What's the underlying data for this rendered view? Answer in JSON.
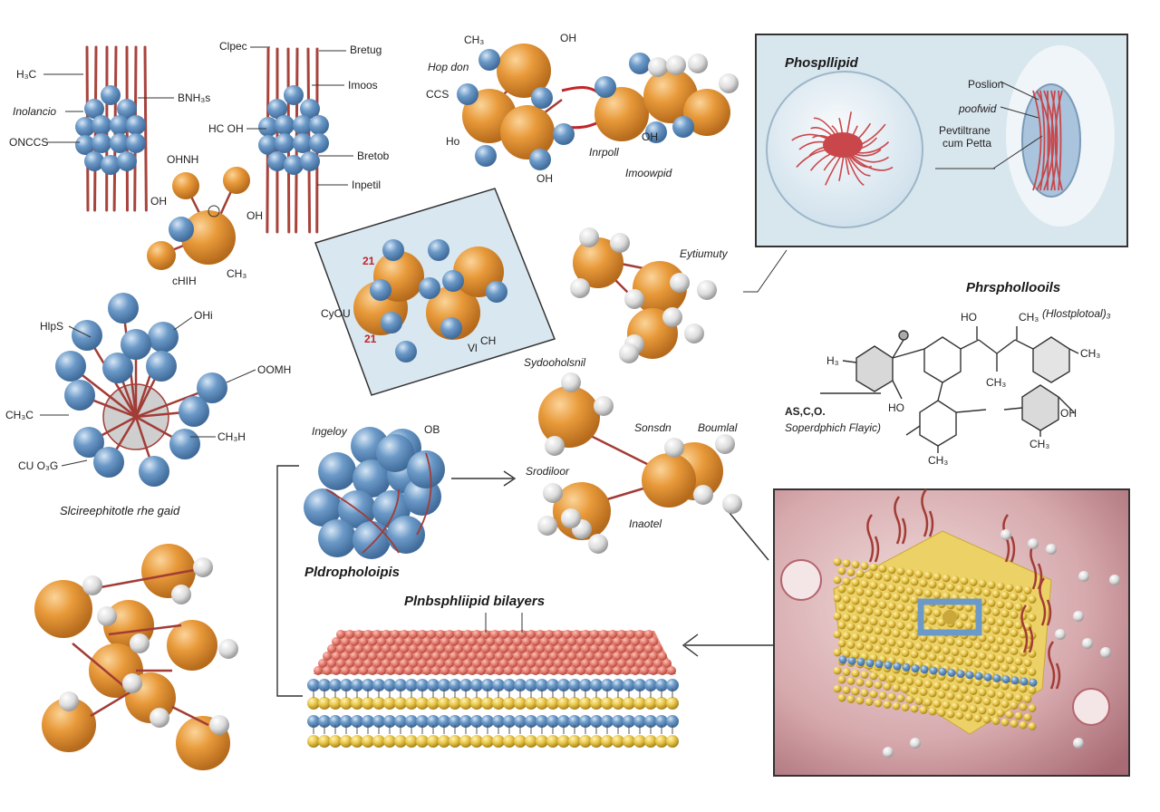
{
  "colors": {
    "orange": "#e89a3a",
    "blue": "#6c9ac8",
    "white": "#e8e8e8",
    "rod": "#a8433c",
    "panel_blue": "#dbe8f0",
    "panel_red": "#c9909a",
    "bilayer_red": "#e57a6e",
    "bilayer_blue": "#6c9ac8",
    "bilayer_yellow": "#e9c74a"
  },
  "panel_rods_left": {
    "labels": [
      "H₃C",
      "Inolancio",
      "ONCCS",
      "BNH₃s"
    ]
  },
  "panel_rods_mid": {
    "labels": [
      "Clpec",
      "Bretug",
      "Imoos",
      "HC OH",
      "Bretob",
      "Inpetil"
    ]
  },
  "molecule_small": {
    "labels": [
      "OHNH",
      "OH",
      "OH",
      "CH₃",
      "cHIH"
    ]
  },
  "molecule_top_center": {
    "labels": [
      "CH₃",
      "OH",
      "Hop don",
      "CCS",
      "Ho",
      "OH",
      "Inrpoll",
      "OH",
      "Imoowpid"
    ]
  },
  "panel_box_center": {
    "labels": [
      "21",
      "CyOU",
      "21",
      "CH",
      "Vl"
    ]
  },
  "molecule_right_mid": {
    "labels": [
      "Eytiumuty"
    ]
  },
  "phospholipid_panel": {
    "title": "Phospllipid",
    "labels": [
      "Poslion",
      "poofwid",
      "Pevtiltrane",
      "cum Petta"
    ]
  },
  "structural_formula": {
    "title": "Phrsphollooils",
    "subtitle": "(Hlostplotoal)₃",
    "labels": [
      "HO",
      "CH₃",
      "H₃",
      "CH₃",
      "HO",
      "CH₃",
      "OH",
      "CH₃",
      "CH₃"
    ],
    "side_label": "AS,C,O.",
    "side_sublabel": "Soperdphich Flayic)"
  },
  "micelle": {
    "labels": [
      "HlpS",
      "OHi",
      "OOMH",
      "CH₃C",
      "CH₃H",
      "CU O₃G"
    ],
    "caption": "Slcireephitotle rhe gaid"
  },
  "cluster": {
    "labels": [
      "Ingeloy",
      "OB"
    ],
    "caption": "Pldropholoipis"
  },
  "molecule_center": {
    "labels": [
      "Sydooholsnil",
      "Sonsdn",
      "Boumlal",
      "Srodiloor",
      "Inaotel"
    ]
  },
  "bilayer": {
    "caption": "Plnbsphliipid bilayers"
  }
}
